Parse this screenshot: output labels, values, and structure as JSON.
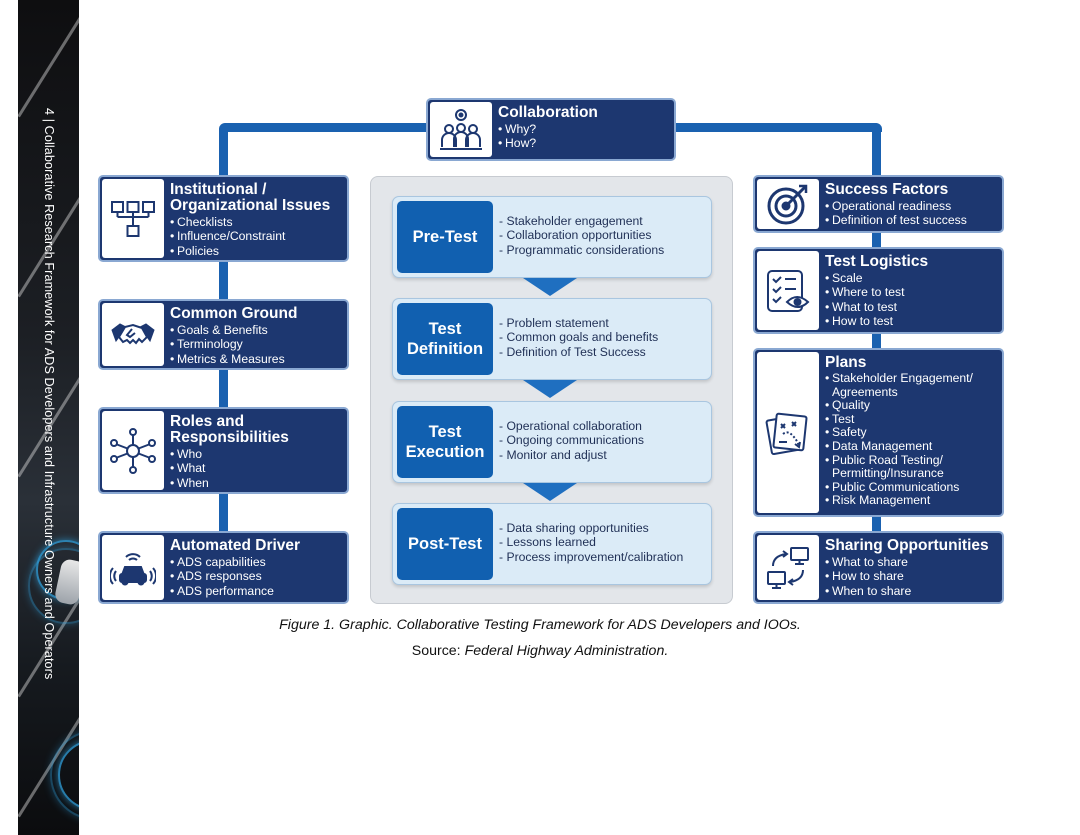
{
  "side_label": "4 | Collaborative Research Framework for ADS Developers and Infrastructure Owners and Operators",
  "top": {
    "title": "Collaboration",
    "items": [
      "Why?",
      "How?"
    ]
  },
  "left_cards": [
    {
      "title": "Institutional / Organizational Issues",
      "items": [
        "Checklists",
        "Influence/Constraint",
        "Policies"
      ],
      "icon": "org-chart-icon"
    },
    {
      "title": "Common Ground",
      "items": [
        "Goals & Benefits",
        "Terminology",
        "Metrics & Measures"
      ],
      "icon": "handshake-icon"
    },
    {
      "title": "Roles and Responsibilities",
      "items": [
        "Who",
        "What",
        "When"
      ],
      "icon": "network-hub-icon"
    },
    {
      "title": "Automated Driver",
      "items": [
        "ADS capabilities",
        "ADS responses",
        "ADS performance"
      ],
      "icon": "connected-car-icon"
    }
  ],
  "right_cards": [
    {
      "title": "Success Factors",
      "items": [
        "Operational readiness",
        "Definition of test success"
      ],
      "icon": "target-icon"
    },
    {
      "title": "Test Logistics",
      "items": [
        "Scale",
        "Where to test",
        "What to test",
        "How to test"
      ],
      "icon": "checklist-eye-icon"
    },
    {
      "title": "Plans",
      "items": [
        "Stakeholder Engagement/ Agreements",
        "Quality",
        "Test",
        "Safety",
        "Data Management",
        "Public Road Testing/ Permitting/Insurance",
        "Public Communications",
        "Risk Management"
      ],
      "icon": "playbook-icon"
    },
    {
      "title": "Sharing Opportunities",
      "items": [
        "What to share",
        "How to share",
        "When to share"
      ],
      "icon": "screen-share-icon"
    }
  ],
  "phases": [
    {
      "label": "Pre-Test",
      "items": [
        "Stakeholder engagement",
        "Collaboration opportunities",
        "Programmatic considerations"
      ]
    },
    {
      "label": "Test Definition",
      "items": [
        "Problem statement",
        "Common goals and benefits",
        "Definition of Test Success"
      ]
    },
    {
      "label": "Test Execution",
      "items": [
        "Operational collaboration",
        "Ongoing communications",
        "Monitor and adjust"
      ]
    },
    {
      "label": "Post-Test",
      "items": [
        "Data sharing opportunities",
        "Lessons learned",
        "Process improvement/calibration"
      ]
    }
  ],
  "caption": "Figure 1. Graphic. Collaborative Testing Framework for ADS Developers and IOOs.",
  "source_prefix": "Source: ",
  "source": "Federal Highway Administration."
}
